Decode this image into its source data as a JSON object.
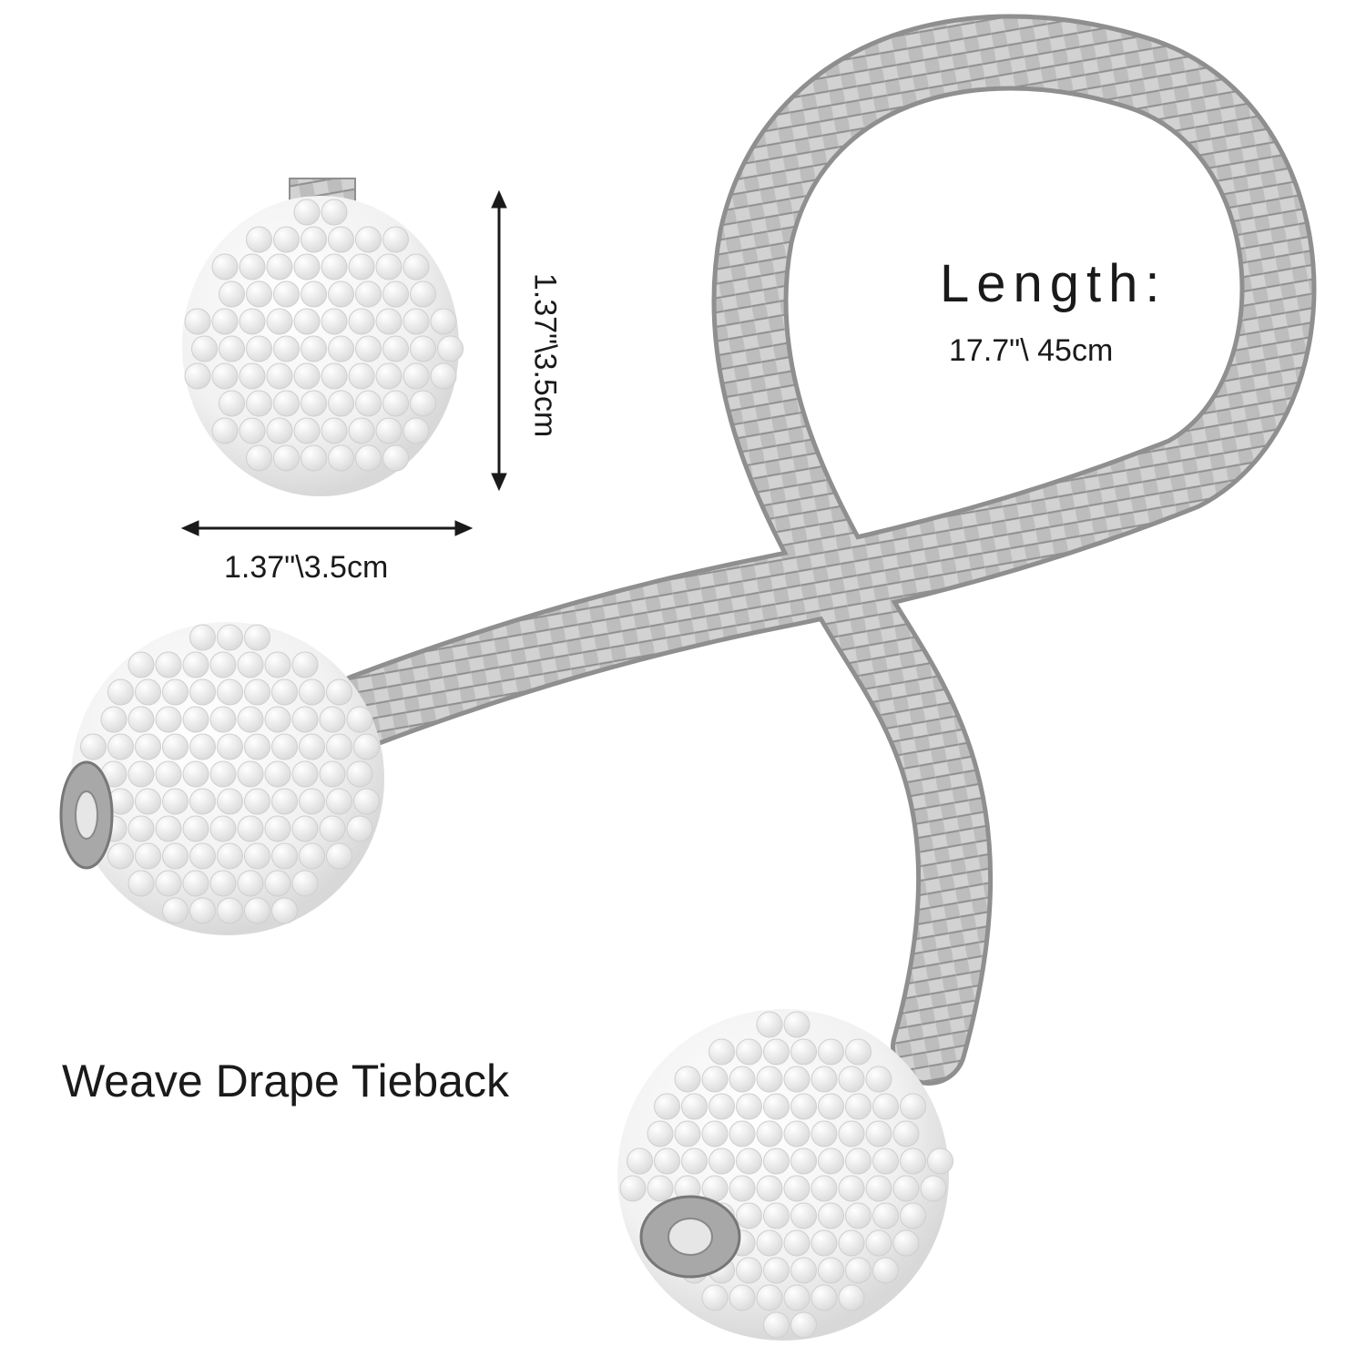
{
  "labels": {
    "length_title": "Length:",
    "length_value": "17.7\"\\ 45cm",
    "ball_width": "1.37\"\\3.5cm",
    "ball_height": "1.37\"\\3.5cm",
    "product_name": "Weave Drape Tieback"
  },
  "colors": {
    "background": "#ffffff",
    "rope": "#b9b9b9",
    "rope_dark": "#8f8f8f",
    "pearl": "#f4f4f4",
    "magnet": "#a8a8a8",
    "text": "#1a1a1a"
  },
  "icons": {
    "width_arrow": "double-arrow-horizontal-icon",
    "height_arrow": "double-arrow-vertical-icon"
  }
}
